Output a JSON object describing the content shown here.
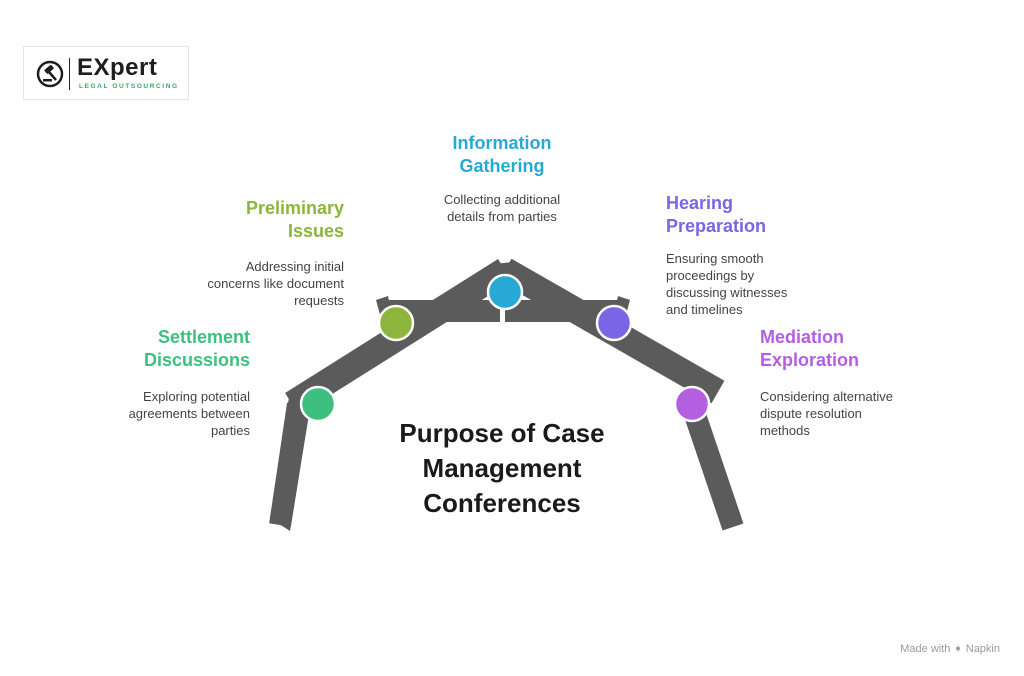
{
  "logo": {
    "name": "EXpert",
    "subtitle": "LEGAL OUTSOURCING",
    "icon": "gavel-icon"
  },
  "title": "Purpose of Case Management Conferences",
  "title_lines": [
    "Purpose of Case",
    "Management",
    "Conferences"
  ],
  "steps": [
    {
      "title_lines": [
        "Settlement",
        "Discussions"
      ],
      "desc_lines": [
        "Exploring potential",
        "agreements between",
        "parties"
      ],
      "color": "#3dbf7f"
    },
    {
      "title_lines": [
        "Preliminary",
        "Issues"
      ],
      "desc_lines": [
        "Addressing initial",
        "concerns like document",
        "requests"
      ],
      "color": "#8db53b"
    },
    {
      "title_lines": [
        "Information",
        "Gathering"
      ],
      "desc_lines": [
        "Collecting additional",
        "details from parties"
      ],
      "color": "#27a9d6"
    },
    {
      "title_lines": [
        "Hearing",
        "Preparation"
      ],
      "desc_lines": [
        "Ensuring smooth",
        "proceedings by",
        "discussing witnesses",
        "and timelines"
      ],
      "color": "#7a65e6"
    },
    {
      "title_lines": [
        "Mediation",
        "Exploration"
      ],
      "desc_lines": [
        "Considering alternative",
        "dispute resolution",
        "methods"
      ],
      "color": "#b45ee0"
    }
  ],
  "footer": {
    "made_with": "Made with",
    "brand": "Napkin",
    "icon": "napkin-icon"
  }
}
